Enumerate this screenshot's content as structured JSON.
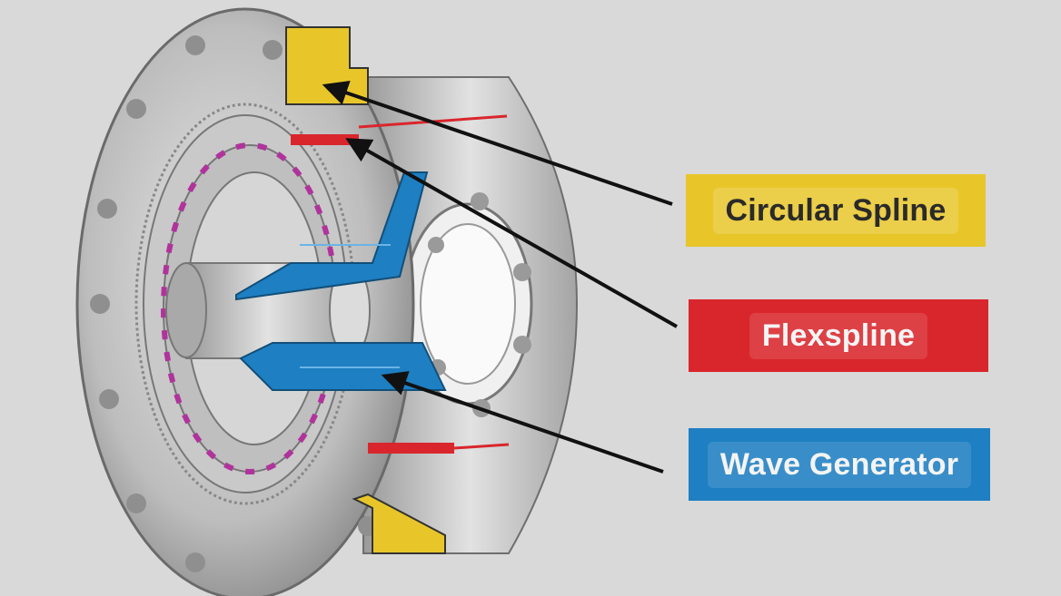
{
  "labels": {
    "circular_spline": {
      "text": "Circular Spline",
      "bg": "#e8c62a",
      "fg": "#2a2a2a"
    },
    "flexspline": {
      "text": "Flexspline",
      "bg": "#d9262c",
      "fg": "#f4f4f4"
    },
    "wave_generator": {
      "text": "Wave Generator",
      "bg": "#1e7fc2",
      "fg": "#f4f4f4"
    }
  },
  "colors": {
    "background": "#d9d9d9",
    "metal": "#bdbdbd",
    "metal_dark": "#7d7d7d",
    "yellow": "#e8c62a",
    "red": "#d9262c",
    "blue": "#1e7fc2",
    "magenta": "#b0339c",
    "arrow": "#111111"
  }
}
